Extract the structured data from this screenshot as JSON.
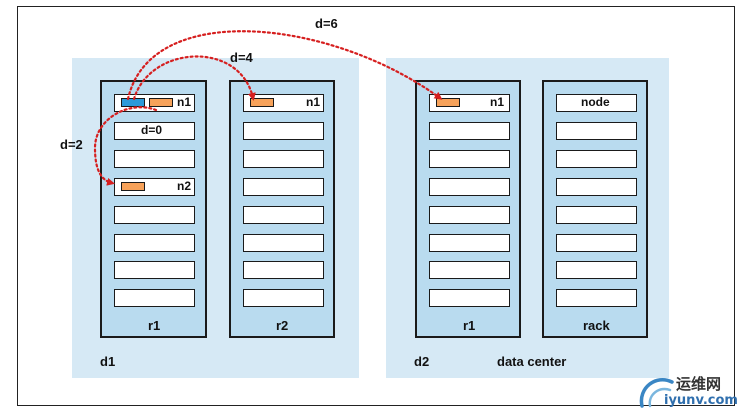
{
  "distances": {
    "d6": "d=6",
    "d4": "d=4",
    "d2": "d=2",
    "d0": "d=0"
  },
  "datacenters": {
    "d1": {
      "label": "d1",
      "racks": [
        "r1",
        "r2"
      ]
    },
    "d2": {
      "label": "d2",
      "racks": [
        "r1",
        "rack"
      ],
      "caption": "data center"
    }
  },
  "nodes": {
    "n1": "n1",
    "n2": "n2",
    "node": "node"
  },
  "colors": {
    "datacenter_bg": "#d6e9f5",
    "rack_bg": "#b9dbef",
    "node_orange": "#f7a25a",
    "node_blue": "#2c9ad9",
    "arrow_red": "#d61f1f"
  },
  "watermark": {
    "cn": "运维网",
    "url": "iyunv.com"
  }
}
